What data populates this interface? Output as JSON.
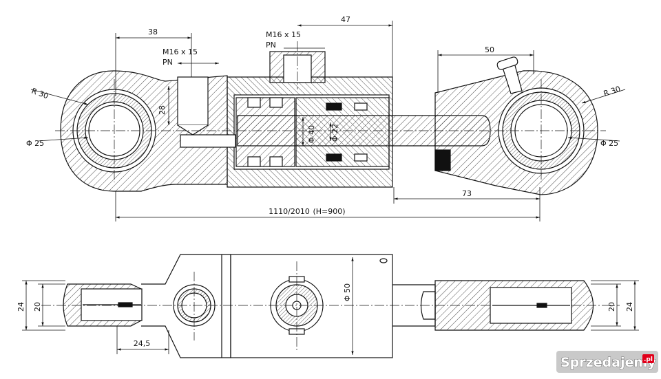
{
  "dimensions": {
    "d38": "38",
    "d47": "47",
    "d50": "50",
    "d73": "73",
    "d28": "28",
    "overall": "1110/2010",
    "stroke": "(H=900)",
    "r30_left": "R 30",
    "r30_right": "R 30",
    "phi25_left": "Φ 25",
    "phi25_right": "Φ 25",
    "phi40": "Φ 40",
    "phi22": "Φ 22",
    "phi50": "Φ 50",
    "d24_left": "24",
    "d20_left": "20",
    "d24_right": "24",
    "d20_right": "20",
    "d245": "24,5"
  },
  "ports": {
    "side_thread": "M16 x 15",
    "side_pn": "PN",
    "top_thread": "M16 x 15",
    "top_pn": "PN"
  },
  "watermark": {
    "brand": "Sprzedajemy",
    "tld": ".pl"
  },
  "colors": {
    "line": "#111111",
    "hatch": "#222222",
    "watermark_bg": "#c9c9c9"
  }
}
